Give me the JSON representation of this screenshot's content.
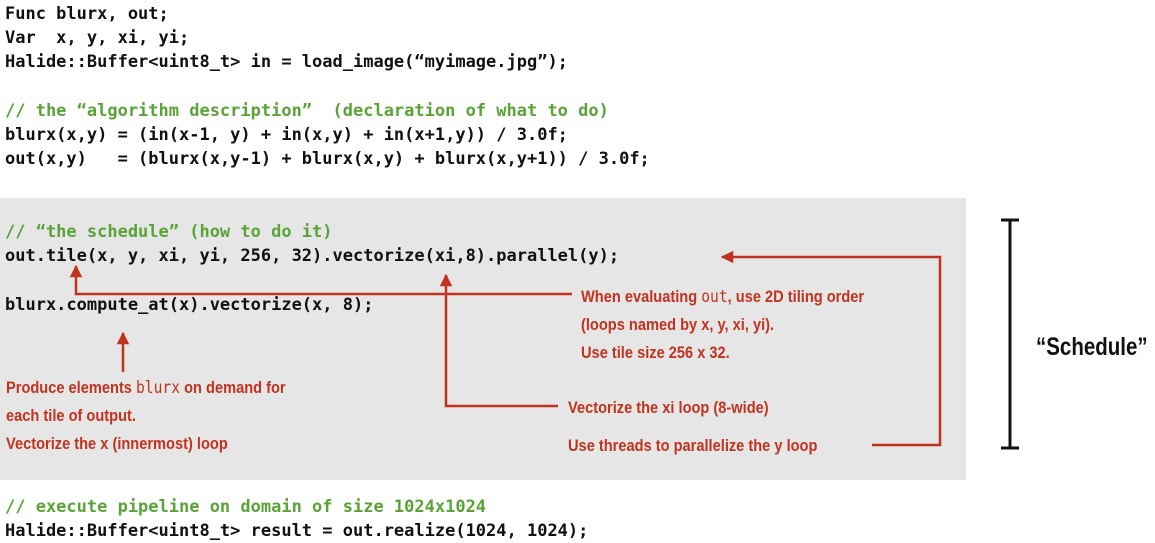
{
  "setup_code": {
    "line1": "Func blurx, out;",
    "line2": "Var  x, y, xi, yi;",
    "line3": "Halide::Buffer<uint8_t> in = load_image(“myimage.jpg”);"
  },
  "algorithm": {
    "comment": "// the “algorithm description”  (declaration of what to do)",
    "line1": "blurx(x,y) = (in(x-1, y) + in(x,y) + in(x+1,y)) / 3.0f;",
    "line2": "out(x,y)   = (blurx(x,y-1) + blurx(x,y) + blurx(x,y+1)) / 3.0f;"
  },
  "schedule": {
    "comment": "// “the schedule” (how to do it)",
    "line1": "out.tile(x, y, xi, yi, 256, 32).vectorize(xi,8).parallel(y);",
    "line2": "blurx.compute_at(x).vectorize(x, 8);"
  },
  "annotations": {
    "tiling": {
      "prefix": "When evaluating ",
      "code": "out",
      "suffix": ", use 2D tiling order",
      "line2": "(loops named by x, y, xi, yi).",
      "line3": "Use tile size 256 x 32."
    },
    "blurx": {
      "prefix": "Produce elements ",
      "code": "blurx",
      "suffix": " on demand for",
      "line2": "each tile of output.",
      "line3": "Vectorize the x (innermost) loop"
    },
    "vectorize": "Vectorize the xi loop (8-wide)",
    "parallel": "Use threads to parallelize the y loop"
  },
  "schedule_label": "“Schedule”",
  "execute": {
    "comment": "// execute pipeline on domain of size 1024x1024",
    "line1": "Halide::Buffer<uint8_t> result = out.realize(1024, 1024);"
  },
  "colors": {
    "comment": "#5aa337",
    "annotation": "#c2331f",
    "box": "#e6e6e6",
    "code": "#111111"
  }
}
